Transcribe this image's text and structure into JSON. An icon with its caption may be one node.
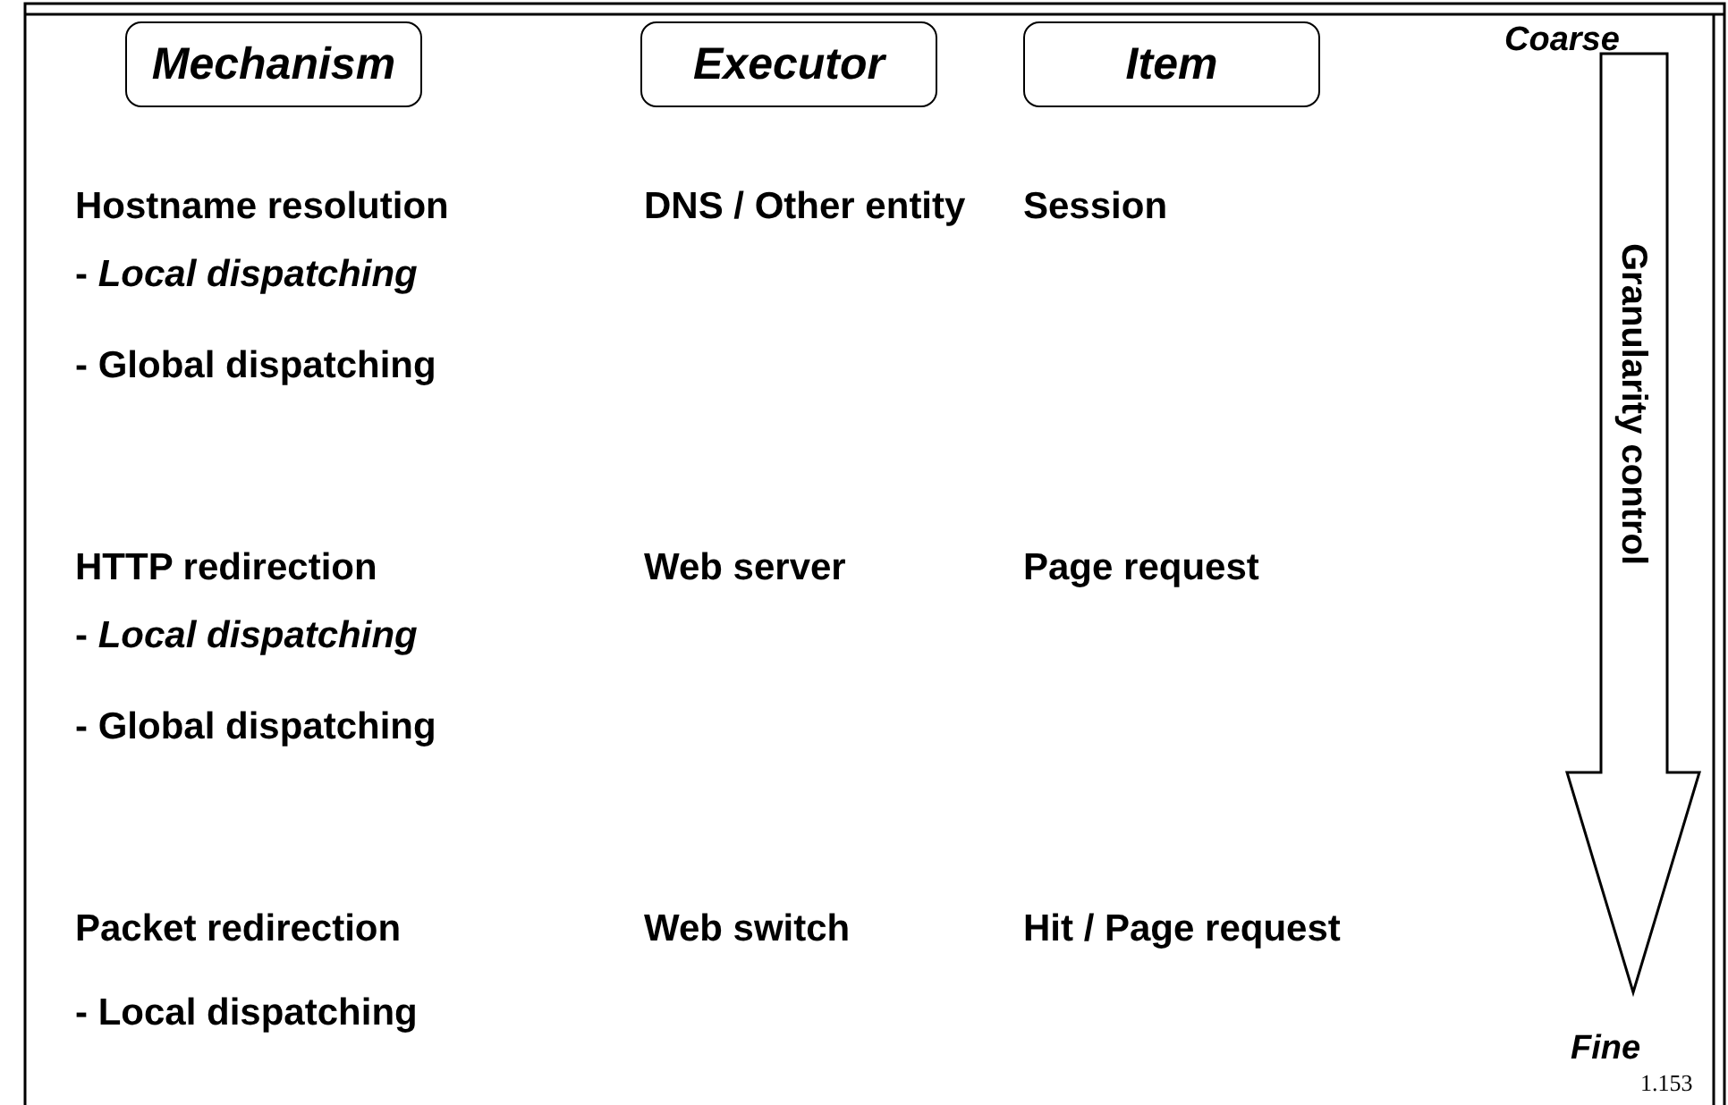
{
  "diagram": {
    "nodes": [
      {
        "text": [
          "Mechanism"
        ]
      },
      {
        "text": [
          "Executor"
        ]
      },
      {
        "text": [
          "Item"
        ]
      },
      {
        "text": [
          "Granularity control"
        ]
      }
    ],
    "labels": [
      "Coarse",
      "Hostname resolution",
      "DNS / Other entity",
      "Session",
      "**-** *Local dispatching*",
      "- Global dispatching",
      "HTTP redirection",
      "Web server",
      "Page request",
      "**-** *Local dispatching*",
      "- Global dispatching",
      "Packet redirection",
      "Web switch",
      "Hit / Page request",
      "- Local dispatching",
      "Fine",
      "1.153"
    ]
  }
}
